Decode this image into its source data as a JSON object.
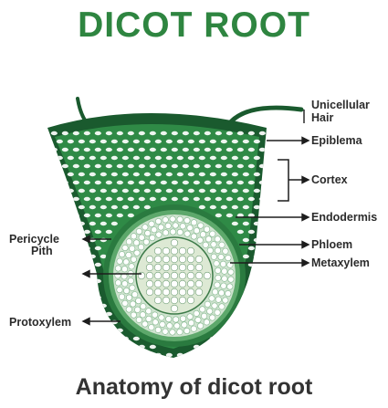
{
  "title": "DICOT ROOT",
  "caption": "Anatomy of dicot root",
  "colors": {
    "title": "#2e8540",
    "outer_tissue": "#1a5a2e",
    "cortex_cells": "#2f8a46",
    "stele": "#cfe3cf",
    "leader": "#1d1d1d"
  },
  "labels": {
    "unicellular_hair": "Unicellular\nHair",
    "epiblema": "Epiblema",
    "cortex": "Cortex",
    "endodermis": "Endodermis",
    "phloem": "Phloem",
    "metaxylem": "Metaxylem",
    "pericycle": "Pericycle",
    "pith": "Pith",
    "protoxylem": "Protoxylem"
  }
}
